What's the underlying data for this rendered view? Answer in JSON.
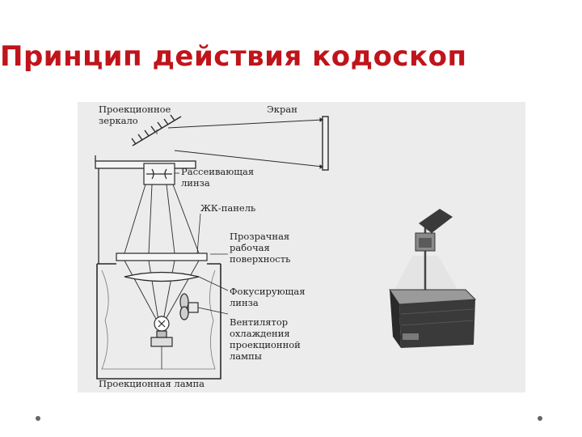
{
  "slide": {
    "title": "Принцип действия кодоскоп"
  },
  "diagram": {
    "labels": {
      "mirror": [
        "Проекционное",
        "зеркало"
      ],
      "screen": "Экран",
      "diverging_lens": [
        "Рассеивающая",
        "линза"
      ],
      "lcd_panel": "ЖК-панель",
      "work_surface": [
        "Прозрачная",
        "рабочая",
        "поверхность"
      ],
      "focusing_lens": [
        "Фокусирующая",
        "линза"
      ],
      "fan": [
        "Вентилятор",
        "охлаждения",
        "проекционной",
        "лампы"
      ],
      "lamp": "Проекционная лампа"
    }
  },
  "colors": {
    "title": "#c0141b",
    "figure_bg": "#ececec",
    "line": "#2a2a2a"
  }
}
